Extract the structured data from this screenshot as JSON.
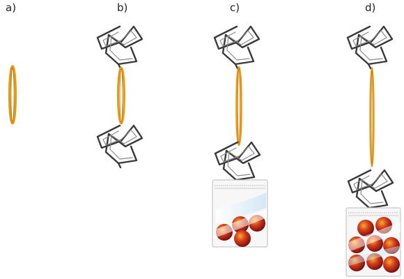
{
  "panels": [
    {
      "label": "a)",
      "clips": 0,
      "bag": false,
      "balls": 0
    },
    {
      "label": "b)",
      "clips": 2,
      "bag": false,
      "balls": 0
    },
    {
      "label": "c)",
      "clips": 2,
      "bag": true,
      "balls": 4
    },
    {
      "label": "d)",
      "clips": 2,
      "bag": true,
      "balls": 8
    }
  ],
  "colors": {
    "rubber_band": "#e89a14",
    "rubber_band_dark": "#b8740a",
    "paper_clip": "#3a3a3a",
    "bag_outline": "#c8c8c8",
    "bag_fill": "#f7f7f7",
    "bag_highlight": "#cfe6f4",
    "ball_inner": "#f0b030",
    "ball_mid": "#d8401c",
    "ball_outer": "#7a1010",
    "label_text": "#222222"
  },
  "icons": {
    "clip": "paper-clip-icon",
    "band": "rubber-band-icon",
    "bag": "zip-bag-icon",
    "ball": "red-ball-icon"
  }
}
